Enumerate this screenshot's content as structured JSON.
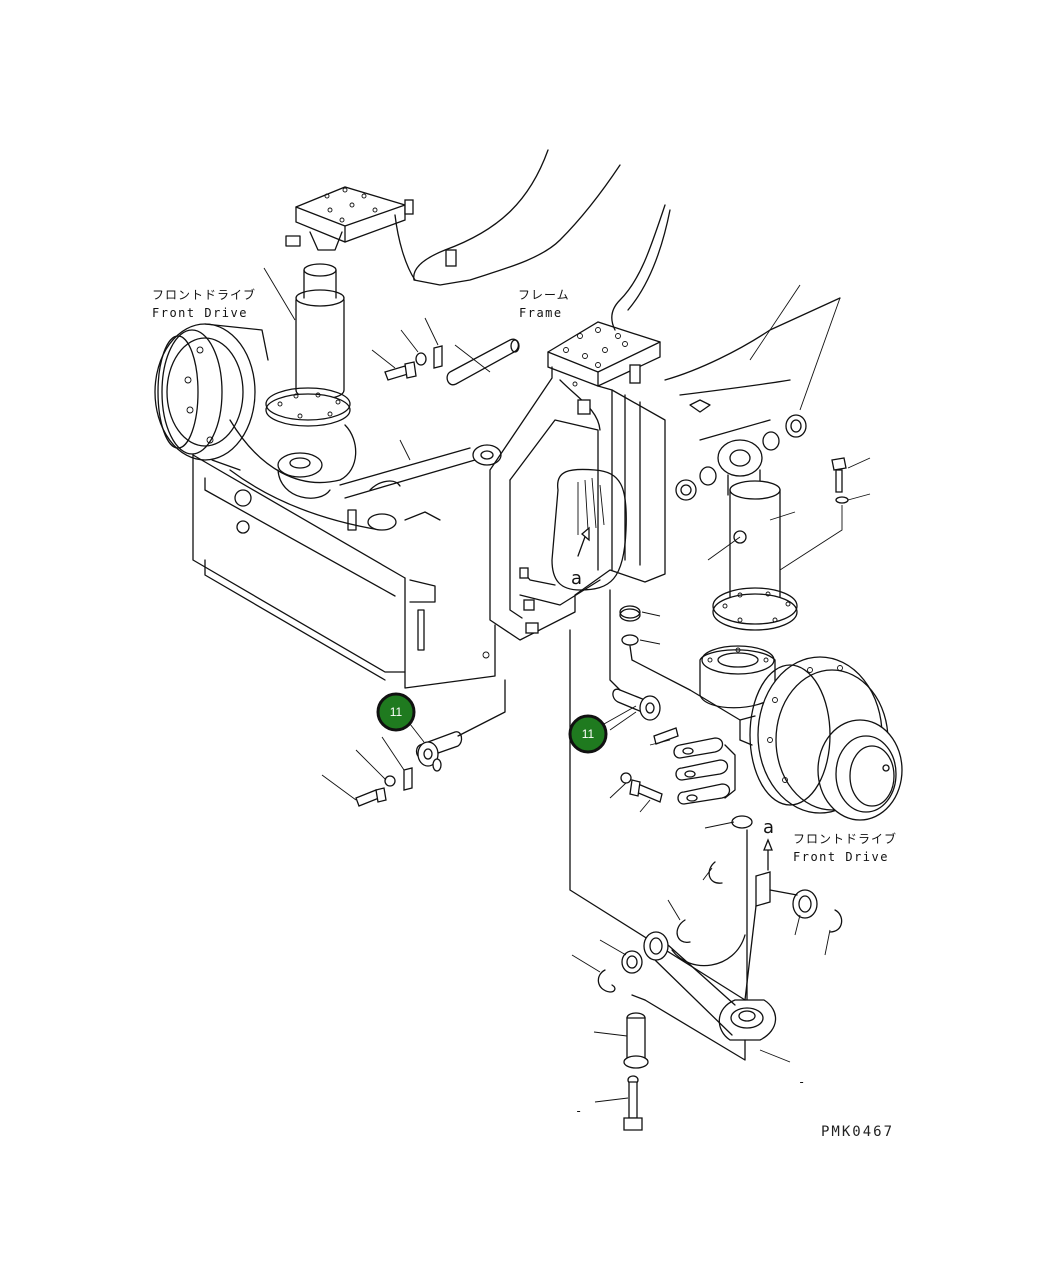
{
  "labels": {
    "front_drive_left_jp": "フロントドライブ",
    "front_drive_left_en": "Front Drive",
    "frame_jp": "フレーム",
    "frame_en": "Frame",
    "front_drive_right_jp": "フロントドライブ",
    "front_drive_right_en": "Front Drive",
    "marker_a_center": "a",
    "marker_a_right": "a",
    "dash_lower_right": "-",
    "dash_bottom": "-",
    "drawing_code": "PMK0467"
  },
  "callouts": [
    {
      "number": "11",
      "color": "#1f7a1f"
    },
    {
      "number": "11",
      "color": "#1f7a1f"
    }
  ]
}
